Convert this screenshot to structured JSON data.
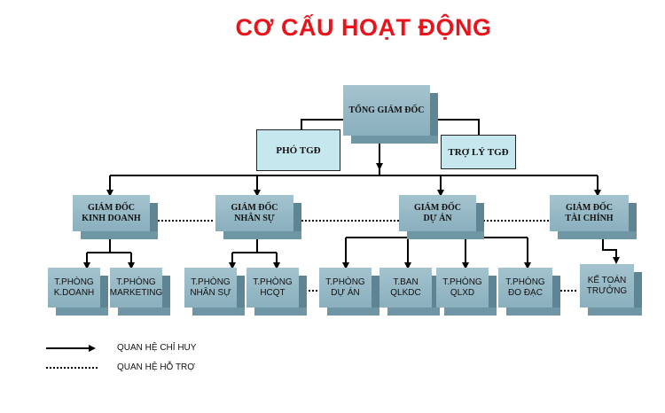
{
  "title": "CƠ CẤU HOẠT ĐỘNG",
  "nodes": {
    "tgd": "TỔNG GIÁM ĐỐC",
    "pho_tgd": "PHÓ TGĐ",
    "tro_ly": "TRỢ LÝ TGĐ",
    "gd_kd": [
      "GIÁM ĐỐC",
      "KINH DOANH"
    ],
    "gd_ns": [
      "GIÁM ĐỐC",
      "NHÂN SỰ"
    ],
    "gd_da": [
      "GIÁM ĐỐC",
      "DỰ ÁN"
    ],
    "gd_tc": [
      "GIÁM ĐỐC",
      "TÀI CHÍNH"
    ],
    "tp_kd": [
      "T.PHÒNG",
      "K.DOANH"
    ],
    "tp_mkt": [
      "T.PHÒNG",
      "MARKETING"
    ],
    "tp_ns": [
      "T.PHÒNG",
      "NHÂN SỰ"
    ],
    "tp_hcqt": [
      "T.PHÒNG",
      "HCQT"
    ],
    "tp_da": [
      "T.PHÒNG",
      "DỰ ÁN"
    ],
    "tb_qlkdc": [
      "T.BAN",
      "QLKDC"
    ],
    "tp_qlxd": [
      "T.PHÒNG",
      "QLXD"
    ],
    "tp_dd": [
      "T.PHÒNG",
      "ĐO ĐẠC"
    ],
    "ketoan": [
      "KẾ TOÁN",
      "TRƯỞNG"
    ]
  },
  "legend": {
    "command": "QUAN HỆ CHỈ HUY",
    "support": "QUAN HỆ HỖ TRỢ"
  }
}
